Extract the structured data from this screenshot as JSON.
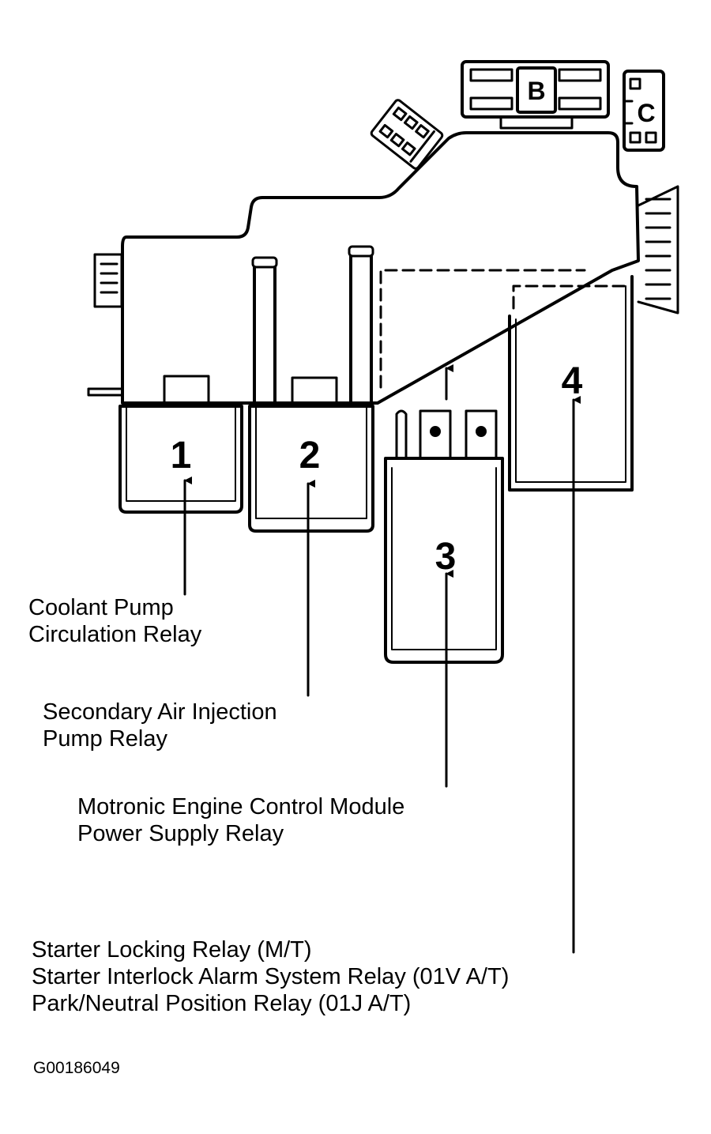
{
  "connectors": {
    "b": "B",
    "c": "C"
  },
  "relays": [
    {
      "number": "1",
      "label_lines": [
        "Coolant Pump",
        "Circulation Relay"
      ]
    },
    {
      "number": "2",
      "label_lines": [
        "Secondary Air Injection",
        "Pump Relay"
      ]
    },
    {
      "number": "3",
      "label_lines": [
        "Motronic Engine Control Module",
        "Power Supply Relay"
      ]
    },
    {
      "number": "4",
      "label_lines": [
        "Starter Locking Relay (M/T)",
        "Starter Interlock Alarm System Relay (01V A/T)",
        "Park/Neutral Position Relay (01J A/T)"
      ]
    }
  ],
  "figure_code": "G00186049"
}
